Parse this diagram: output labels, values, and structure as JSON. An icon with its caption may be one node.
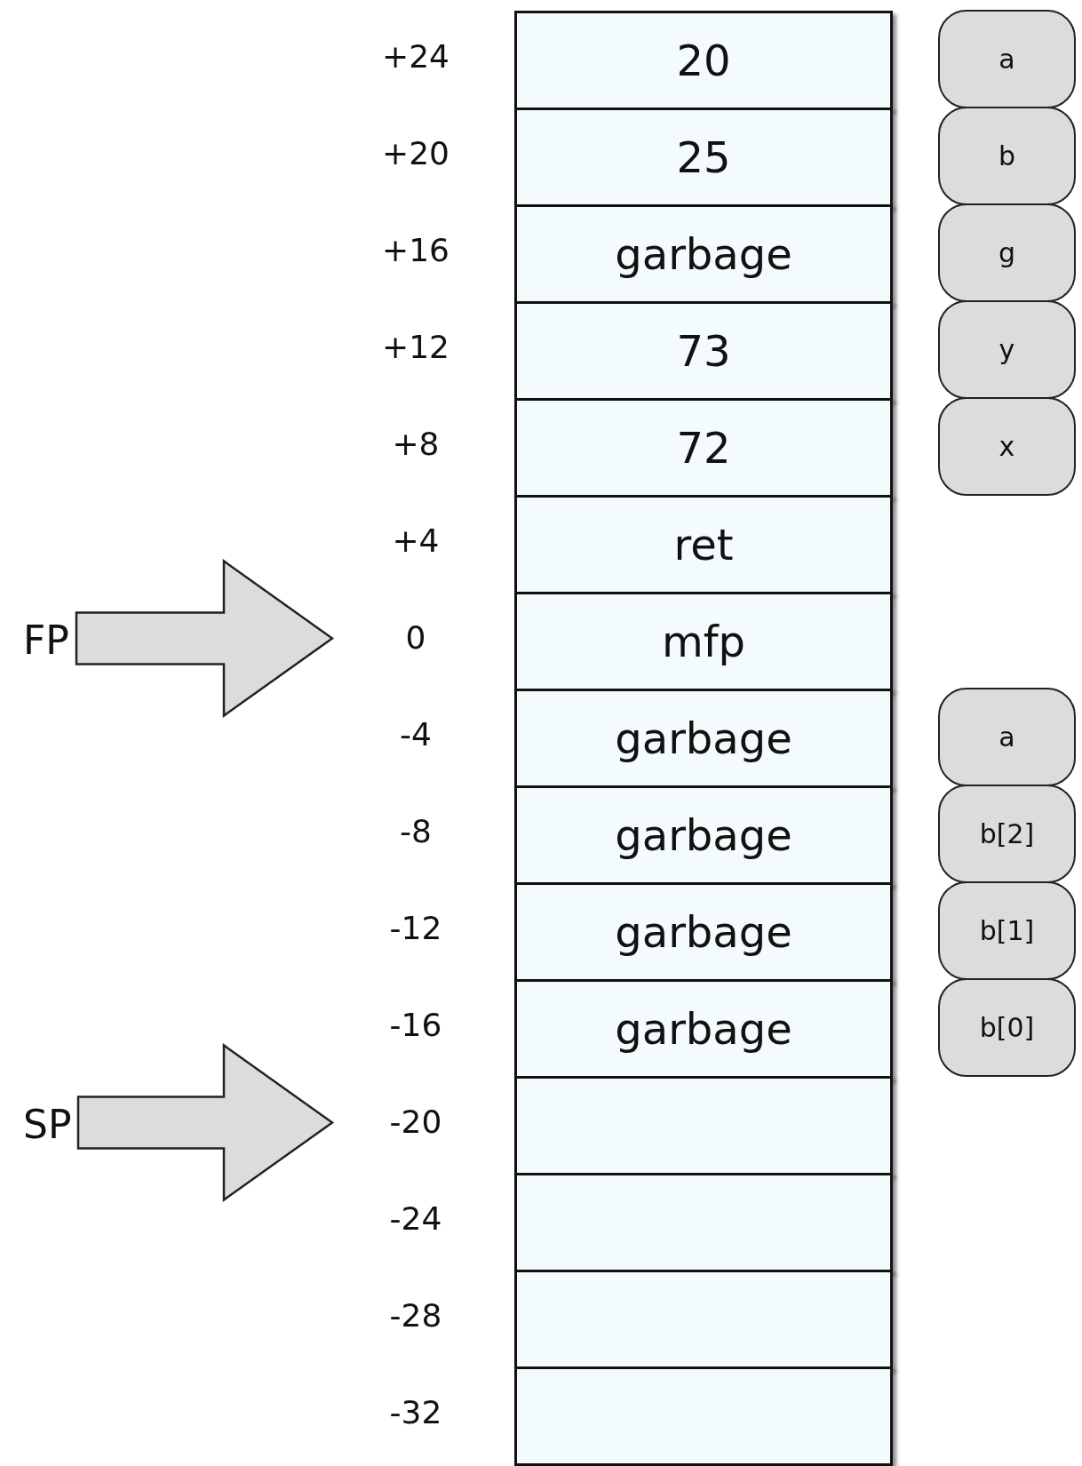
{
  "diagram": {
    "nodes": [
      {
        "text": [
          "FP"
        ]
      },
      {
        "text": [
          "SP"
        ]
      },
      {
        "text": [
          "20"
        ]
      },
      {
        "text": [
          "25"
        ]
      },
      {
        "text": [
          "garbage"
        ]
      },
      {
        "text": [
          "73"
        ]
      },
      {
        "text": [
          "72"
        ]
      },
      {
        "text": [
          "ret"
        ]
      },
      {
        "text": [
          "mfp"
        ]
      },
      {
        "text": [
          "garbage"
        ]
      },
      {
        "text": [
          "garbage"
        ]
      },
      {
        "text": [
          "garbage"
        ]
      },
      {
        "text": [
          "garbage"
        ]
      },
      {
        "text": [],
        "shape": "box"
      },
      {
        "text": [],
        "shape": "box"
      },
      {
        "text": [],
        "shape": "box"
      },
      {
        "text": [],
        "shape": "box"
      },
      {
        "text": [
          "a"
        ]
      },
      {
        "text": [
          "b"
        ]
      },
      {
        "text": [
          "g"
        ]
      },
      {
        "text": [
          "y"
        ]
      },
      {
        "text": [
          "x"
        ]
      },
      {
        "text": [
          "a"
        ]
      },
      {
        "text": [
          "b[2]"
        ]
      },
      {
        "text": [
          "b[1]"
        ]
      },
      {
        "text": [
          "b[0]"
        ]
      }
    ],
    "edges": [
      {
        "from": 0,
        "to": null,
        "arrow": "to"
      },
      {
        "from": 1,
        "to": null,
        "arrow": "to"
      }
    ],
    "labels": [
      "+24",
      "+20",
      "+16",
      "+12",
      "+8",
      "+4",
      "0",
      "-4",
      "-8",
      "-12",
      "-16",
      "-20",
      "-24",
      "-28",
      "-32"
    ]
  }
}
